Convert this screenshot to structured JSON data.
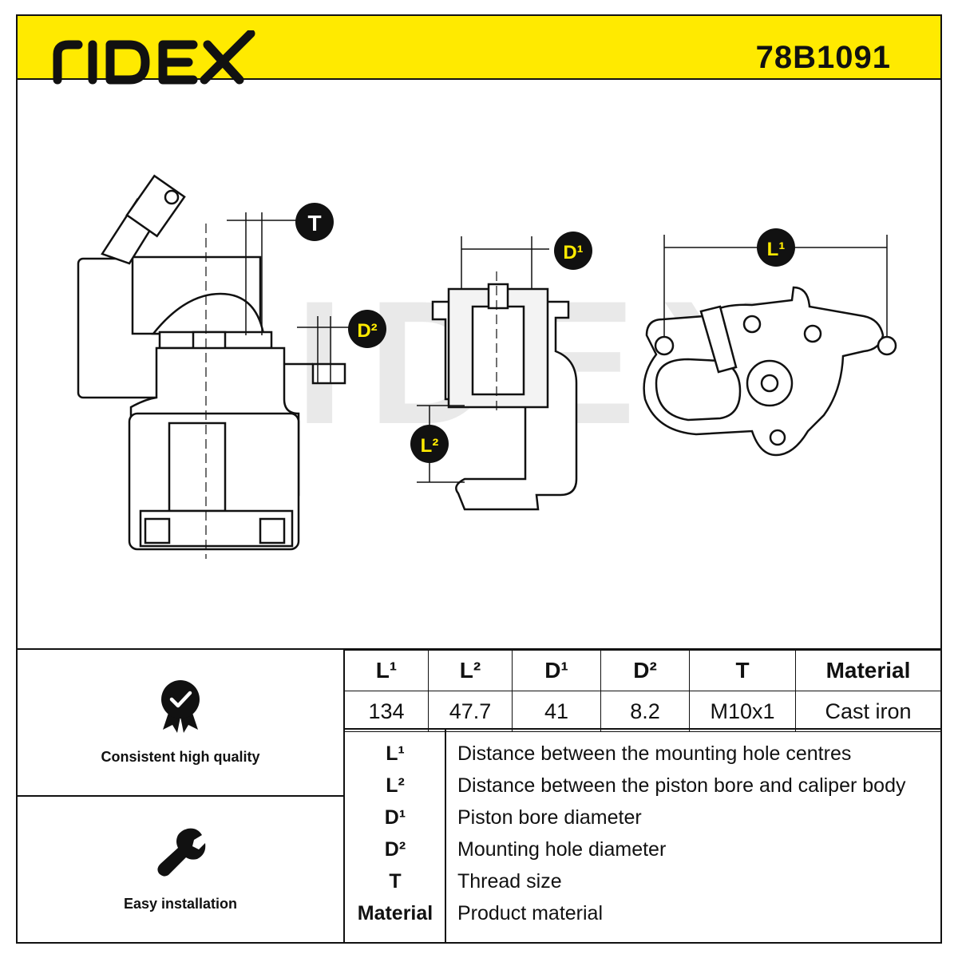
{
  "header": {
    "brand": "RIDEX",
    "part_number": "78B1091",
    "bg_color": "#ffea00"
  },
  "drawing": {
    "watermark": "RIDEX",
    "callouts": {
      "T": "T",
      "D2": "D²",
      "D1": "D¹",
      "L1": "L¹",
      "L2": "L²"
    }
  },
  "features": [
    {
      "icon": "quality-badge-icon",
      "label": "Consistent high quality"
    },
    {
      "icon": "wrench-icon",
      "label": "Easy installation"
    }
  ],
  "specs": {
    "headers": [
      "L¹",
      "L²",
      "D¹",
      "D²",
      "T",
      "Material"
    ],
    "values": [
      "134",
      "47.7",
      "41",
      "8.2",
      "M10x1",
      "Cast iron"
    ]
  },
  "legend": [
    {
      "symbol": "L¹",
      "description": "Distance between the mounting hole centres"
    },
    {
      "symbol": "L²",
      "description": "Distance between the piston bore and caliper body"
    },
    {
      "symbol": "D¹",
      "description": "Piston bore diameter"
    },
    {
      "symbol": "D²",
      "description": "Mounting hole diameter"
    },
    {
      "symbol": "T",
      "description": "Thread size"
    },
    {
      "symbol": "Material",
      "description": "Product material"
    }
  ]
}
